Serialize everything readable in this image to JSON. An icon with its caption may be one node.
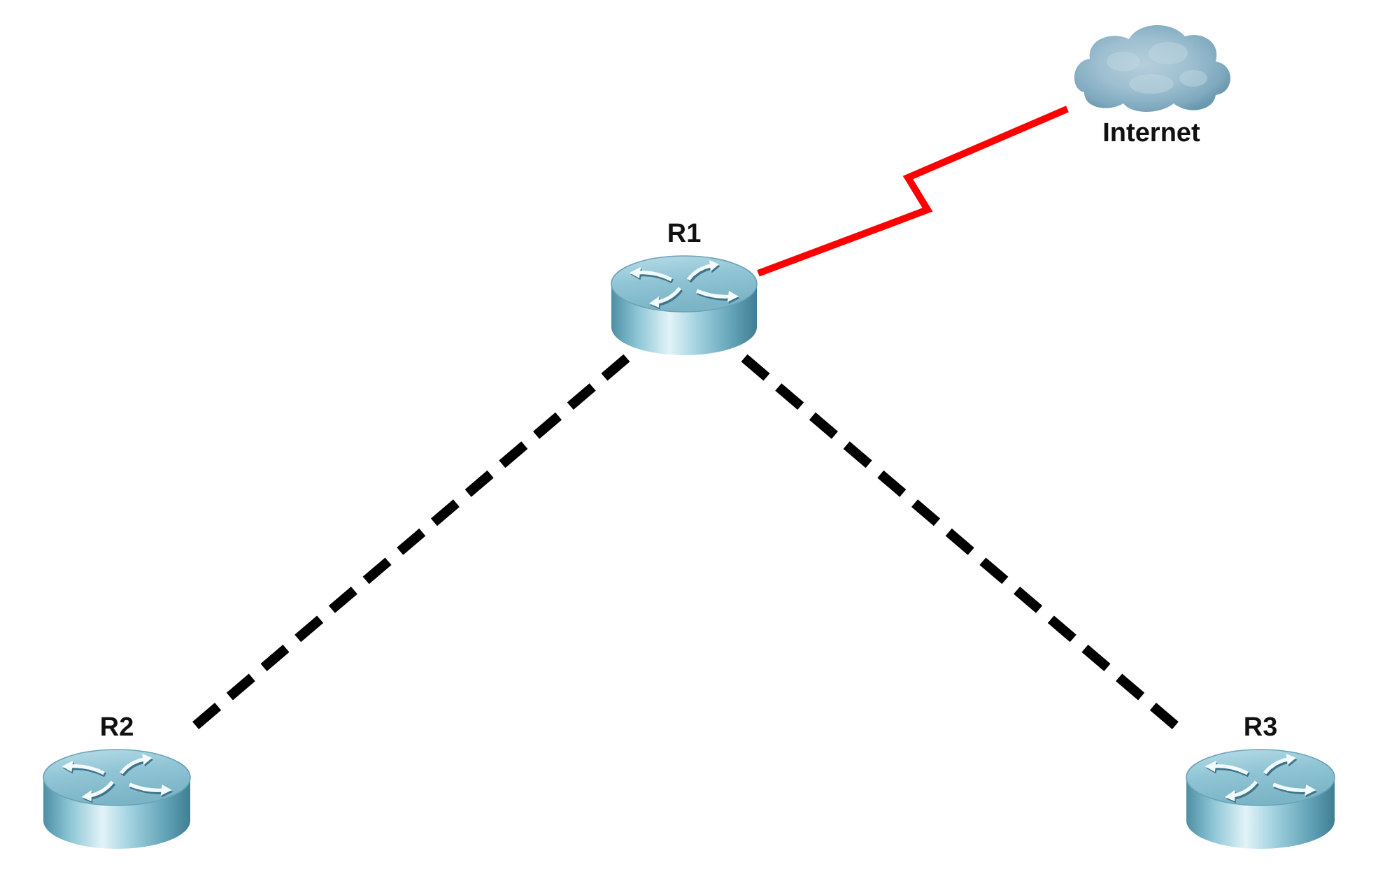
{
  "diagram": {
    "nodes": [
      {
        "text": [
          "Internet"
        ]
      },
      {
        "text": [
          "R1"
        ]
      },
      {
        "text": [
          "R2"
        ]
      },
      {
        "text": [
          "R3"
        ]
      }
    ],
    "edges": [
      {
        "from": 1,
        "to": 0,
        "arrow": "none",
        "color": "#ff0000"
      },
      {
        "from": 1,
        "to": 2,
        "arrow": "none",
        "style": "dashed"
      },
      {
        "from": 1,
        "to": 3,
        "arrow": "none",
        "style": "dashed"
      }
    ]
  }
}
